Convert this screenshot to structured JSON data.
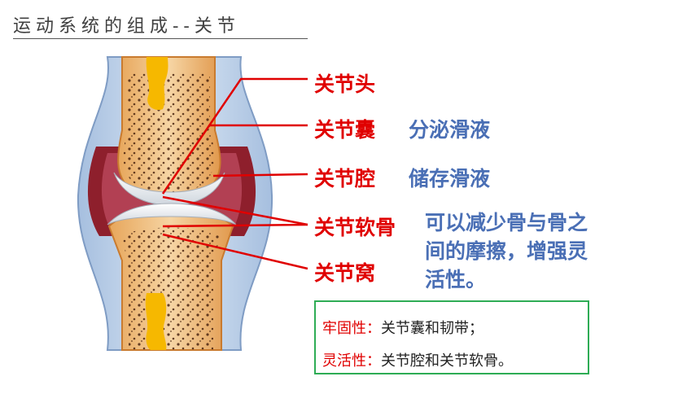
{
  "title": "运动系统的组成--关节",
  "labels": {
    "head": "关节头",
    "capsule": "关节囊",
    "cavity": "关节腔",
    "cartilage": "关节软骨",
    "socket": "关节窝"
  },
  "descriptions": {
    "capsule": "分泌滑液",
    "cavity": "储存滑液",
    "cartilage_line1": "可以减少骨与骨之",
    "cartilage_line2": "间的摩擦，增强灵",
    "cartilage_line3": "活性。"
  },
  "summary": {
    "row1_key": "牢固性：",
    "row1_val": "关节囊和韧带；",
    "row2_key": "灵活性：",
    "row2_val": "关节腔和关节软骨。"
  },
  "colors": {
    "label_red": "#e00000",
    "desc_blue": "#4a6fb5",
    "box_green": "#2eac55"
  }
}
